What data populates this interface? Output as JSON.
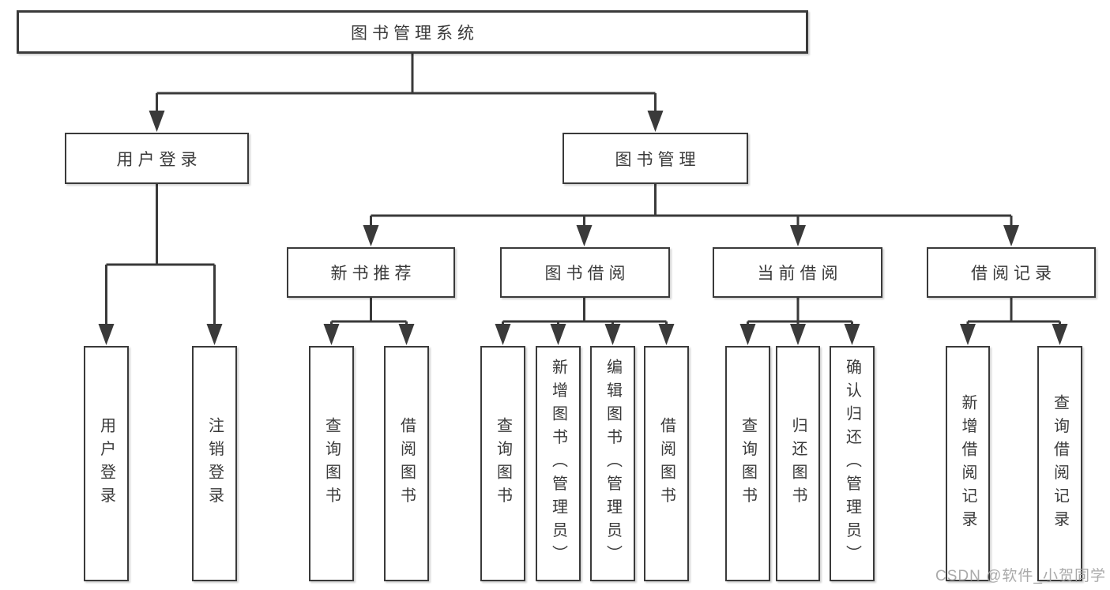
{
  "tree": {
    "label": "图书管理系统",
    "children": [
      {
        "label": "用户登录",
        "children": [
          {
            "label": "用户登录"
          },
          {
            "label": "注销登录"
          }
        ]
      },
      {
        "label": "图书管理",
        "children": [
          {
            "label": "新书推荐",
            "children": [
              {
                "label": "查询图书"
              },
              {
                "label": "借阅图书"
              }
            ]
          },
          {
            "label": "图书借阅",
            "children": [
              {
                "label": "查询图书"
              },
              {
                "label": "新增图书（管理员）"
              },
              {
                "label": "编辑图书（管理员）"
              },
              {
                "label": "借阅图书"
              }
            ]
          },
          {
            "label": "当前借阅",
            "children": [
              {
                "label": "查询图书"
              },
              {
                "label": "归还图书"
              },
              {
                "label": "确认归还（管理员）"
              }
            ]
          },
          {
            "label": "借阅记录",
            "children": [
              {
                "label": "新增借阅记录"
              },
              {
                "label": "查询借阅记录"
              }
            ]
          }
        ]
      }
    ]
  },
  "watermark": {
    "text": "CSDN @软件_小贺同学"
  },
  "colors": {
    "line": "#3a3a3a",
    "text": "#3a3a3a",
    "watermark": "#a3a3a3",
    "background": "#ffffff"
  }
}
